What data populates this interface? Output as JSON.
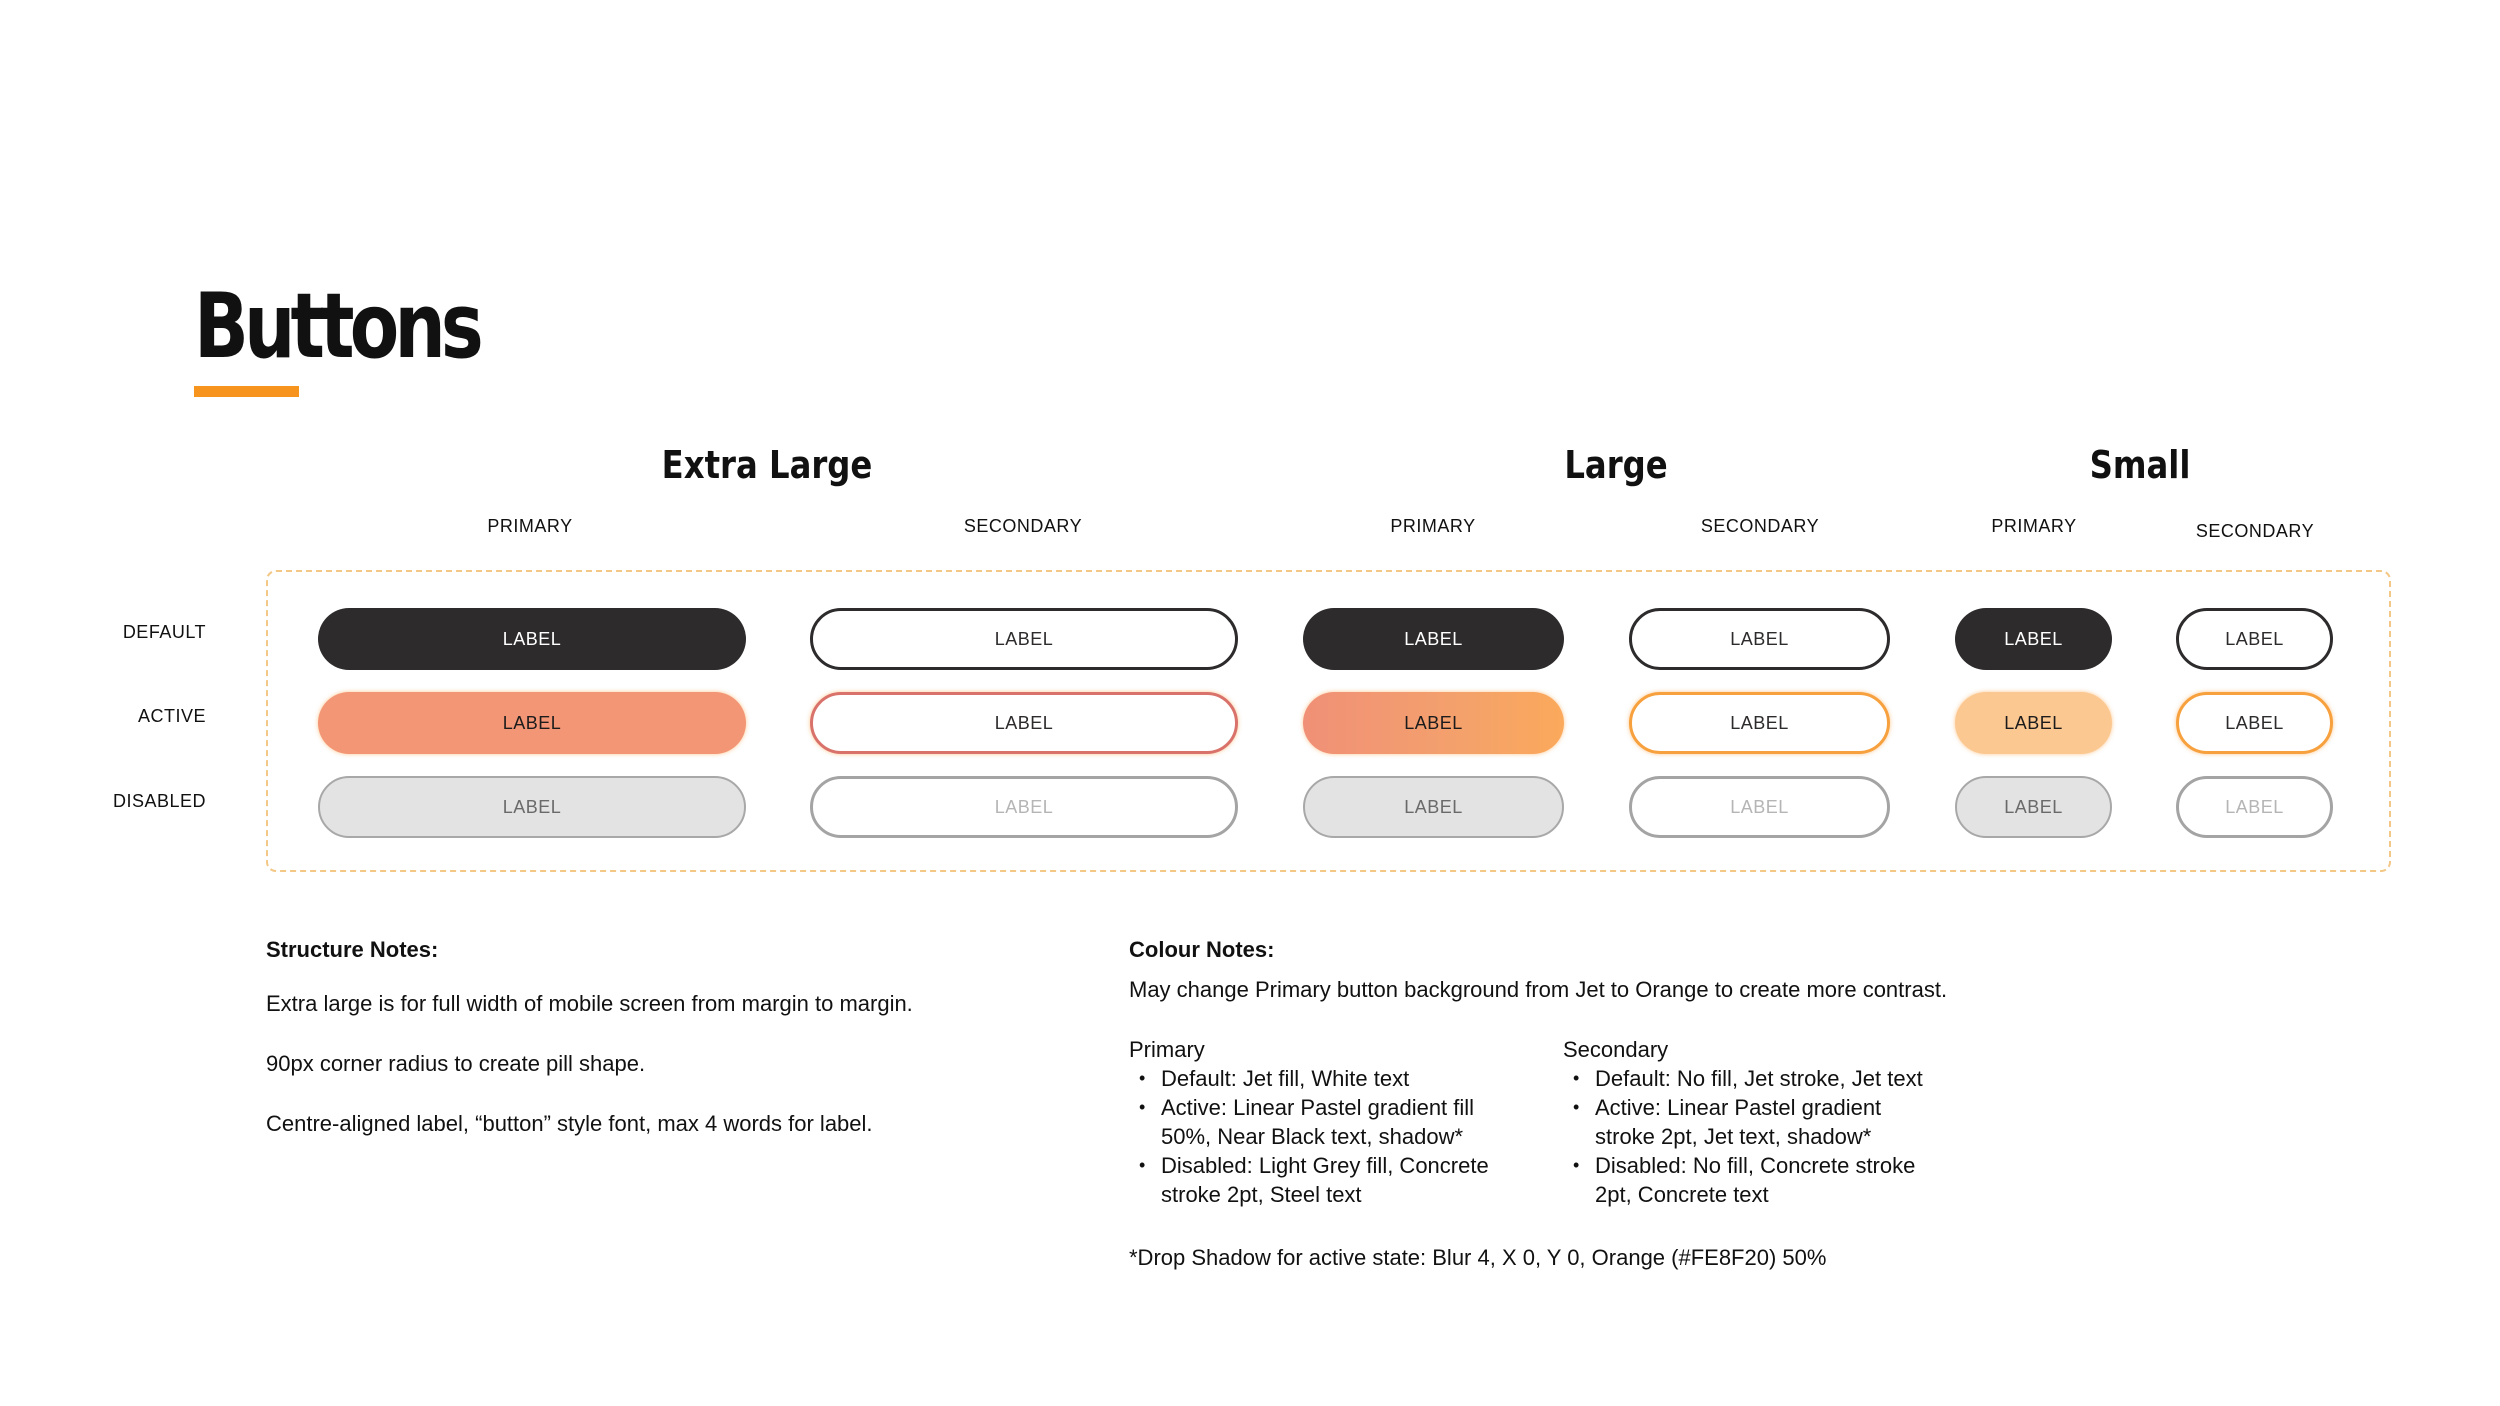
{
  "page": {
    "title": "Buttons",
    "accent_color": "#f7941d"
  },
  "sizes": [
    {
      "heading": "Extra Large",
      "columns": [
        "PRIMARY",
        "SECONDARY"
      ]
    },
    {
      "heading": "Large",
      "columns": [
        "PRIMARY",
        "SECONDARY"
      ]
    },
    {
      "heading": "Small",
      "columns": [
        "PRIMARY",
        "SECONDARY"
      ]
    }
  ],
  "states": [
    "DEFAULT",
    "ACTIVE",
    "DISABLED"
  ],
  "button_label": "LABEL",
  "colors": {
    "jet": "#2d2b2c",
    "white": "#ffffff",
    "orange": "#FE8F20",
    "light_grey": "#e3e3e3",
    "concrete": "#a8a8a8",
    "guide_border": "#f3c785"
  },
  "structure_notes": {
    "heading": "Structure Notes:",
    "lines": [
      "Extra large is for full width of mobile screen from margin to margin.",
      "90px corner radius to create pill shape.",
      "Centre-aligned label, “button” style font, max 4 words for label."
    ]
  },
  "colour_notes": {
    "heading": "Colour Notes:",
    "intro": "May change Primary button background from Jet to Orange to create more contrast.",
    "primary": {
      "title": "Primary",
      "items": [
        "Default: Jet fill, White text",
        "Active: Linear Pastel gradient fill 50%, Near Black text, shadow*",
        "Disabled: Light Grey fill, Concrete stroke 2pt, Steel text"
      ]
    },
    "secondary": {
      "title": "Secondary",
      "items": [
        "Default: No fill, Jet stroke, Jet text",
        "Active: Linear Pastel gradient stroke 2pt, Jet text, shadow*",
        "Disabled: No fill, Concrete stroke 2pt, Concrete text"
      ]
    },
    "footnote": "*Drop Shadow for active state:  Blur 4, X 0, Y 0, Orange (#FE8F20) 50%"
  }
}
